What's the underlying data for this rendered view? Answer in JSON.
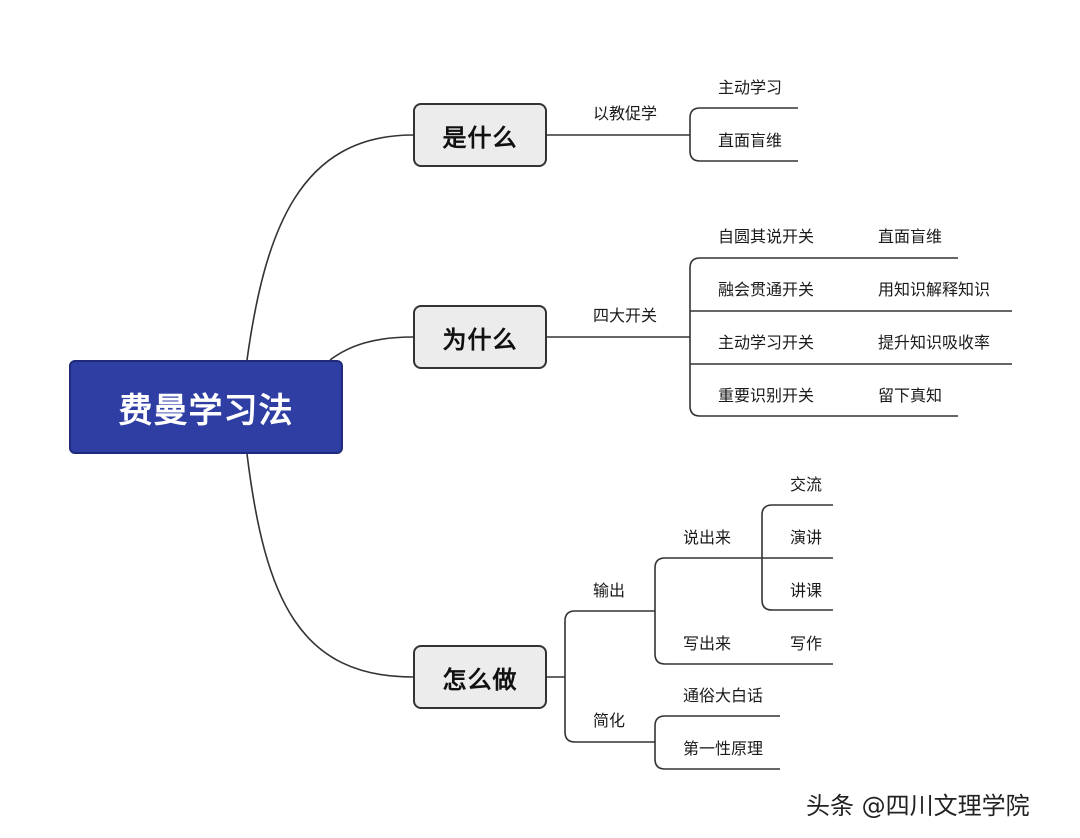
{
  "root": {
    "label": "费曼学习法"
  },
  "branches": {
    "what": {
      "label": "是什么",
      "sub": "以教促学",
      "leaves": [
        "主动学习",
        "直面盲维"
      ]
    },
    "why": {
      "label": "为什么",
      "sub": "四大开关",
      "rows": [
        {
          "switch": "自圆其说开关",
          "effect": "直面盲维"
        },
        {
          "switch": "融会贯通开关",
          "effect": "用知识解释知识"
        },
        {
          "switch": "主动学习开关",
          "effect": "提升知识吸收率"
        },
        {
          "switch": "重要识别开关",
          "effect": "留下真知"
        }
      ]
    },
    "how": {
      "label": "怎么做",
      "output": {
        "label": "输出",
        "speak": {
          "label": "说出来",
          "items": [
            "交流",
            "演讲",
            "讲课"
          ]
        },
        "write": {
          "label": "写出来",
          "items": [
            "写作"
          ]
        }
      },
      "simplify": {
        "label": "简化",
        "items": [
          "通俗大白话",
          "第一性原理"
        ]
      }
    }
  },
  "watermark": "头条 @四川文理学院",
  "colors": {
    "root_fill": "#2e3ea3",
    "node_fill": "#ececec",
    "line": "#333333"
  }
}
